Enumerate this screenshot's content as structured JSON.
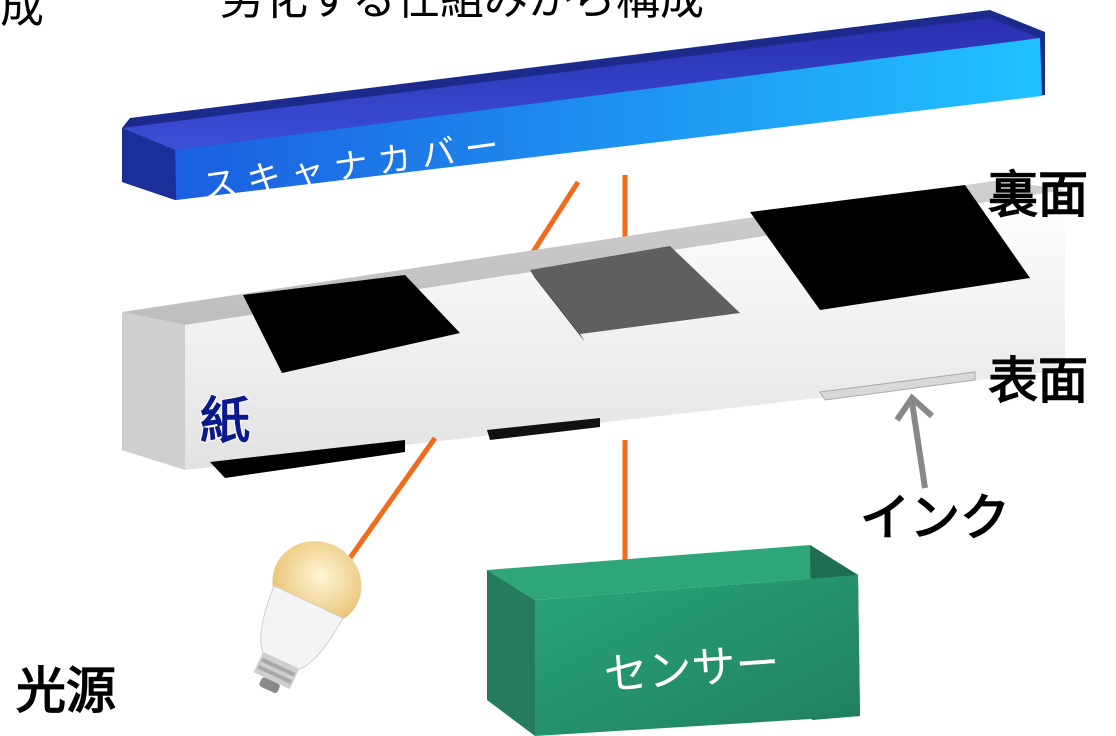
{
  "header": {
    "title_fragment_left": "成",
    "title_fragment_center": "劣化する仕組みから構成"
  },
  "labels": {
    "scanner_cover": "スキャナカバー",
    "back_side": "裏面",
    "front_side": "表面",
    "paper": "紙",
    "ink": "インク",
    "sensor": "センサー",
    "light_source": "光源"
  },
  "colors": {
    "cover_top": "#3a3fc8",
    "cover_front": "#1fa8e8",
    "paper": "#f2f2f2",
    "light_path": "#f26b1d",
    "sensor_box": "#2e8b6a",
    "gray_block": "#666666",
    "black_block": "#000000"
  },
  "icons": {
    "light_source": "light-bulb-icon",
    "ink_pointer": "arrow-up-icon"
  }
}
